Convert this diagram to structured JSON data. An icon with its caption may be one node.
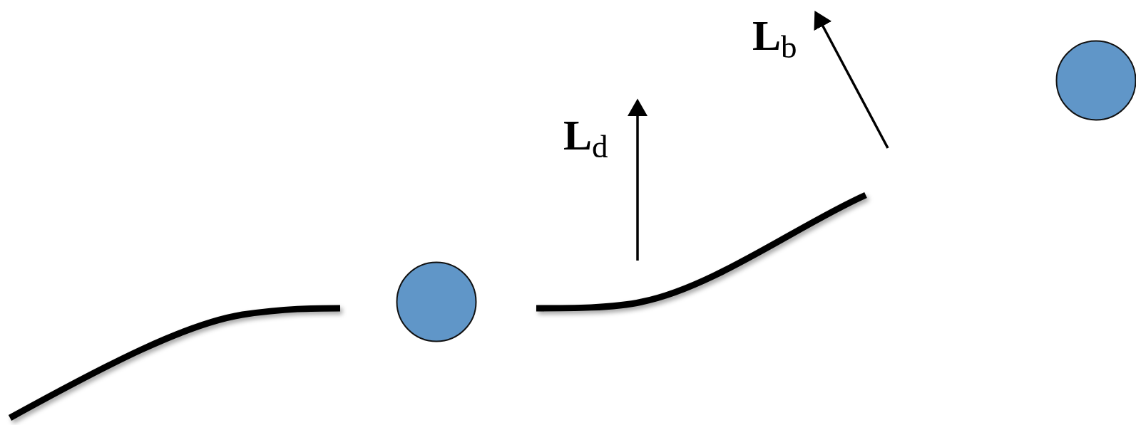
{
  "diagram": {
    "nodes": [
      {
        "text": [],
        "shape": "circle"
      },
      {
        "text": [],
        "shape": "circle"
      }
    ],
    "labels": [
      "**L**$_{d}$",
      "**L**$_{b}$"
    ]
  }
}
